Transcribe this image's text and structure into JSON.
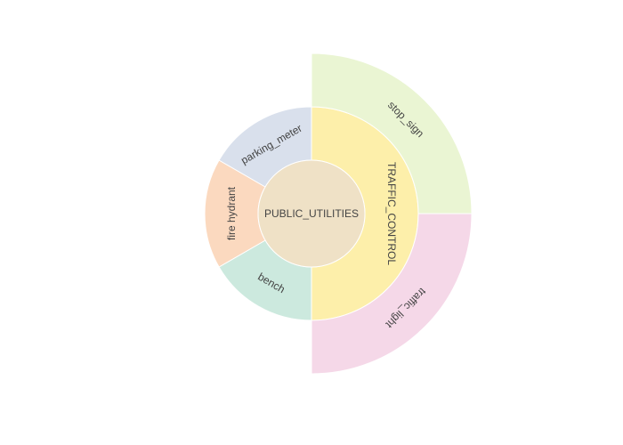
{
  "chart_data": {
    "type": "sunburst",
    "title": "",
    "root": {
      "label": "PUBLIC_UTILITIES",
      "color": "#efe1c6"
    },
    "children": [
      {
        "label": "TRAFFIC_CONTROL",
        "value": 3,
        "color": "#fdefaa",
        "children": [
          {
            "label": "stop_sign",
            "value": 1,
            "color": "#eaf5d3"
          },
          {
            "label": "traffic_light",
            "value": 1,
            "color": "#f5d8e8"
          }
        ]
      },
      {
        "label": "bench",
        "value": 1,
        "color": "#cce9de"
      },
      {
        "label": "fire hydrant",
        "value": 1,
        "color": "#fbd9bf"
      },
      {
        "label": "parking_meter",
        "value": 1,
        "color": "#d9e0ec"
      }
    ]
  }
}
